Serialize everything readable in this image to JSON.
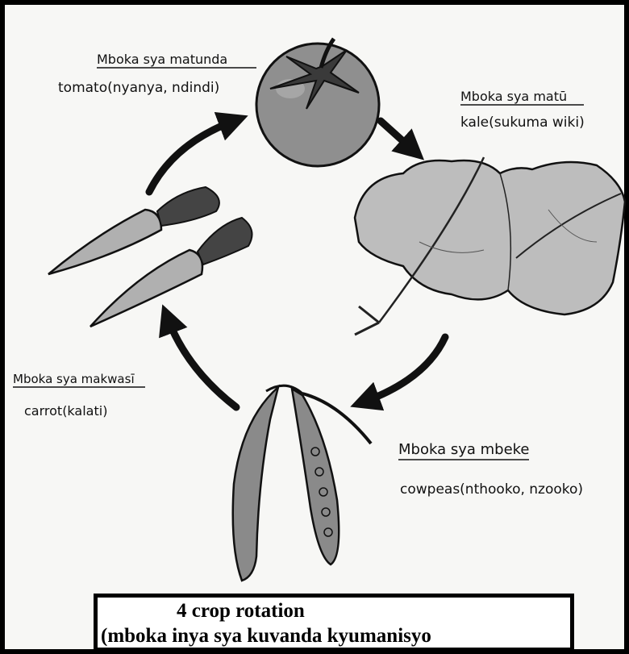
{
  "labels": {
    "tomato": {
      "group": "Mboka sya matunda",
      "crop": "tomato(nyanya, ndindi)"
    },
    "kale": {
      "group": "Mboka sya matū",
      "crop": "kale(sukuma wiki)"
    },
    "cowpeas": {
      "group": "Mboka sya mbeke",
      "crop": "cowpeas(nthooko, nzooko)"
    },
    "carrot": {
      "group": "Mboka sya makwasī",
      "crop": "carrot(kalati)"
    }
  },
  "caption": {
    "line1": "4 crop rotation",
    "line2": "(mboka inya sya kuvanda kyumanisyo"
  },
  "colors": {
    "ink": "#111111",
    "fill": "#8c8c8c",
    "paper": "#f7f7f5"
  }
}
